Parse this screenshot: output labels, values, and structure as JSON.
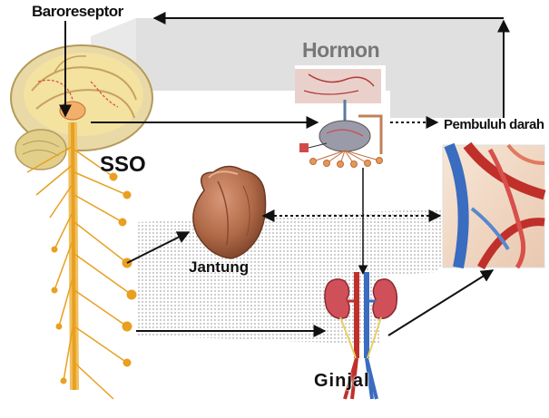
{
  "labels": {
    "baroreseptor": "Baroreseptor",
    "hormon": "Hormon",
    "pembuluh_darah": "Pembuluh darah",
    "sso": "SSO",
    "jantung": "Jantung",
    "ginjal": "Ginjal"
  },
  "icons": {
    "brain": "brain-illustration",
    "spine": "spinal-cord-nerves",
    "endocrine": "hypothalamus-pituitary-illustration",
    "heart": "heart-illustration",
    "kidneys": "kidneys-illustration",
    "vessel": "blood-vessel-illustration"
  },
  "colors": {
    "brain_outer": "#e8d9a6",
    "brain_inner": "#f3e2a0",
    "nerve": "#e8a020",
    "heart": "#b87050",
    "kidney": "#d0505a",
    "artery": "#c0302a",
    "vein": "#3a6cc0",
    "arrow": "#111111",
    "shade": "#dcdcdc"
  }
}
